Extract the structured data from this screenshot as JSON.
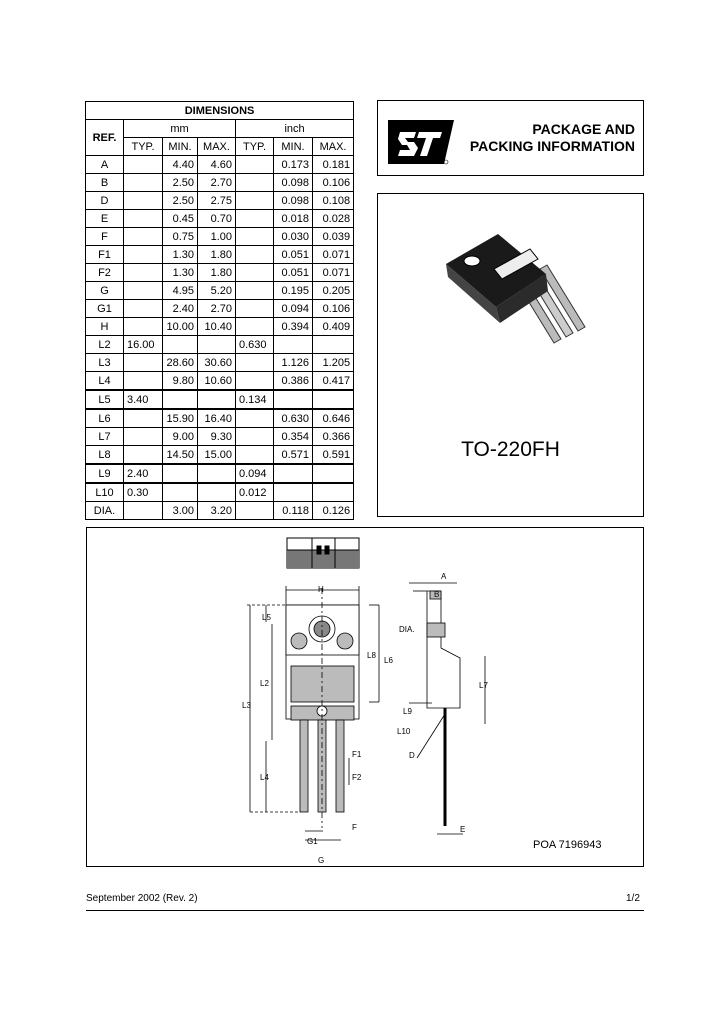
{
  "table": {
    "title": "DIMENSIONS",
    "ref_label": "REF.",
    "unit_mm": "mm",
    "unit_inch": "inch",
    "col_typ": "TYP.",
    "col_min": "MIN.",
    "col_max": "MAX.",
    "rows": [
      {
        "ref": "A",
        "mm_typ": "",
        "mm_min": "4.40",
        "mm_max": "4.60",
        "in_typ": "",
        "in_min": "0.173",
        "in_max": "0.181"
      },
      {
        "ref": "B",
        "mm_typ": "",
        "mm_min": "2.50",
        "mm_max": "2.70",
        "in_typ": "",
        "in_min": "0.098",
        "in_max": "0.106"
      },
      {
        "ref": "D",
        "mm_typ": "",
        "mm_min": "2.50",
        "mm_max": "2.75",
        "in_typ": "",
        "in_min": "0.098",
        "in_max": "0.108"
      },
      {
        "ref": "E",
        "mm_typ": "",
        "mm_min": "0.45",
        "mm_max": "0.70",
        "in_typ": "",
        "in_min": "0.018",
        "in_max": "0.028"
      },
      {
        "ref": "F",
        "mm_typ": "",
        "mm_min": "0.75",
        "mm_max": "1.00",
        "in_typ": "",
        "in_min": "0.030",
        "in_max": "0.039"
      },
      {
        "ref": "F1",
        "mm_typ": "",
        "mm_min": "1.30",
        "mm_max": "1.80",
        "in_typ": "",
        "in_min": "0.051",
        "in_max": "0.071"
      },
      {
        "ref": "F2",
        "mm_typ": "",
        "mm_min": "1.30",
        "mm_max": "1.80",
        "in_typ": "",
        "in_min": "0.051",
        "in_max": "0.071"
      },
      {
        "ref": "G",
        "mm_typ": "",
        "mm_min": "4.95",
        "mm_max": "5.20",
        "in_typ": "",
        "in_min": "0.195",
        "in_max": "0.205"
      },
      {
        "ref": "G1",
        "mm_typ": "",
        "mm_min": "2.40",
        "mm_max": "2.70",
        "in_typ": "",
        "in_min": "0.094",
        "in_max": "0.106"
      },
      {
        "ref": "H",
        "mm_typ": "",
        "mm_min": "10.00",
        "mm_max": "10.40",
        "in_typ": "",
        "in_min": "0.394",
        "in_max": "0.409"
      },
      {
        "ref": "L2",
        "mm_typ": "16.00",
        "mm_min": "",
        "mm_max": "",
        "in_typ": "0.630",
        "in_min": "",
        "in_max": ""
      },
      {
        "ref": "L3",
        "mm_typ": "",
        "mm_min": "28.60",
        "mm_max": "30.60",
        "in_typ": "",
        "in_min": "1.126",
        "in_max": "1.205"
      },
      {
        "ref": "L4",
        "mm_typ": "",
        "mm_min": "9.80",
        "mm_max": "10.60",
        "in_typ": "",
        "in_min": "0.386",
        "in_max": "0.417"
      },
      {
        "ref": "L5",
        "mm_typ": "3.40",
        "mm_min": "",
        "mm_max": "",
        "in_typ": "0.134",
        "in_min": "",
        "in_max": ""
      },
      {
        "ref": "L6",
        "mm_typ": "",
        "mm_min": "15.90",
        "mm_max": "16.40",
        "in_typ": "",
        "in_min": "0.630",
        "in_max": "0.646"
      },
      {
        "ref": "L7",
        "mm_typ": "",
        "mm_min": "9.00",
        "mm_max": "9.30",
        "in_typ": "",
        "in_min": "0.354",
        "in_max": "0.366"
      },
      {
        "ref": "L8",
        "mm_typ": "",
        "mm_min": "14.50",
        "mm_max": "15.00",
        "in_typ": "",
        "in_min": "0.571",
        "in_max": "0.591"
      },
      {
        "ref": "L9",
        "mm_typ": "2.40",
        "mm_min": "",
        "mm_max": "",
        "in_typ": "0.094",
        "in_min": "",
        "in_max": ""
      },
      {
        "ref": "L10",
        "mm_typ": "0.30",
        "mm_min": "",
        "mm_max": "",
        "in_typ": "0.012",
        "in_min": "",
        "in_max": ""
      },
      {
        "ref": "DIA.",
        "mm_typ": "",
        "mm_min": "3.00",
        "mm_max": "3.20",
        "in_typ": "",
        "in_min": "0.118",
        "in_max": "0.126"
      }
    ]
  },
  "header": {
    "title_line1": "PACKAGE AND",
    "title_line2": "PACKING INFORMATION",
    "logo_icon": "st-logo-icon"
  },
  "package": {
    "name": "TO-220FH",
    "image_icon": "to220-package-icon"
  },
  "drawing": {
    "code": "POA 7196943",
    "labels": {
      "H": "H",
      "L5": "L5",
      "L2": "L2",
      "L3": "L3",
      "L4": "L4",
      "L8": "L8",
      "L6": "L6",
      "F1": "F1",
      "F2": "F2",
      "F": "F",
      "G1": "G1",
      "G": "G",
      "A": "A",
      "B": "B",
      "DIA": "DIA.",
      "L7": "L7",
      "L9": "L9",
      "L10": "L10",
      "D": "D",
      "E": "E"
    }
  },
  "footer": {
    "date": "September 2002 (Rev. 2)",
    "page": "1/2"
  }
}
